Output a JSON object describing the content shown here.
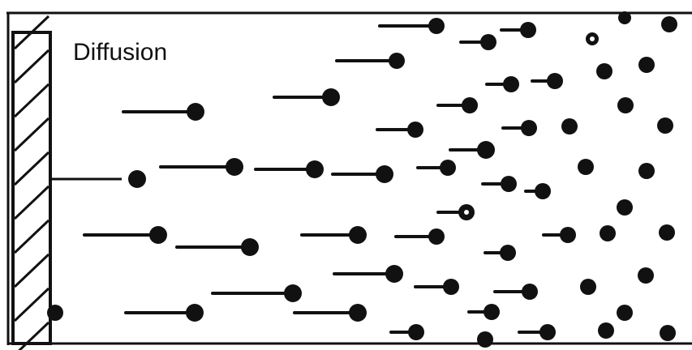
{
  "diagram": {
    "title": "Diffusion",
    "colors": {
      "ink": "#111111",
      "paper": "#ffffff"
    },
    "elements": [
      "hatched-wall",
      "container-frame",
      "particles-with-motion-trails",
      "stationary-particles"
    ]
  }
}
